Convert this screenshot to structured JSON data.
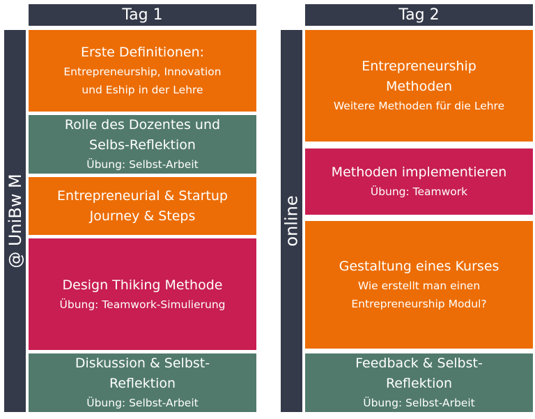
{
  "colors": {
    "dark": "#343a4a",
    "orange": "#ec6d05",
    "green": "#517a6c",
    "crimson": "#c81e52"
  },
  "day1": {
    "header": "Tag 1",
    "side_label": "@ UniBw M",
    "blocks": [
      {
        "title": "Erste Definitionen:",
        "sub": "Entrepreneurship, Innovation\nund Eship in der Lehre",
        "color": "orange"
      },
      {
        "title": "Rolle des Dozentes und\nSelbs-Reflektion",
        "sub": "Übung: Selbst-Arbeit",
        "color": "green"
      },
      {
        "title": "Entrepreneurial & Startup\nJourney & Steps",
        "sub": "",
        "color": "orange"
      },
      {
        "title": "Design Thiking Methode",
        "sub": "Übung: Teamwork-Simulierung",
        "color": "crimson"
      },
      {
        "title": "Diskussion & Selbst-\nReflektion",
        "sub": "Übung: Selbst-Arbeit",
        "color": "green"
      }
    ]
  },
  "day2": {
    "header": "Tag 2",
    "side_label": "online",
    "blocks": [
      {
        "title": "Entrepreneurship\nMethoden",
        "sub": "Weitere Methoden für die Lehre",
        "color": "orange"
      },
      {
        "title": "Methoden implementieren",
        "sub": "Übung: Teamwork",
        "color": "crimson"
      },
      {
        "title": "Gestaltung eines Kurses",
        "sub": "Wie erstellt man einen\nEntrepreneurship Modul?",
        "color": "orange"
      },
      {
        "title": "Feedback & Selbst-\nReflektion",
        "sub": "Übung: Selbst-Arbeit",
        "color": "green"
      }
    ]
  }
}
